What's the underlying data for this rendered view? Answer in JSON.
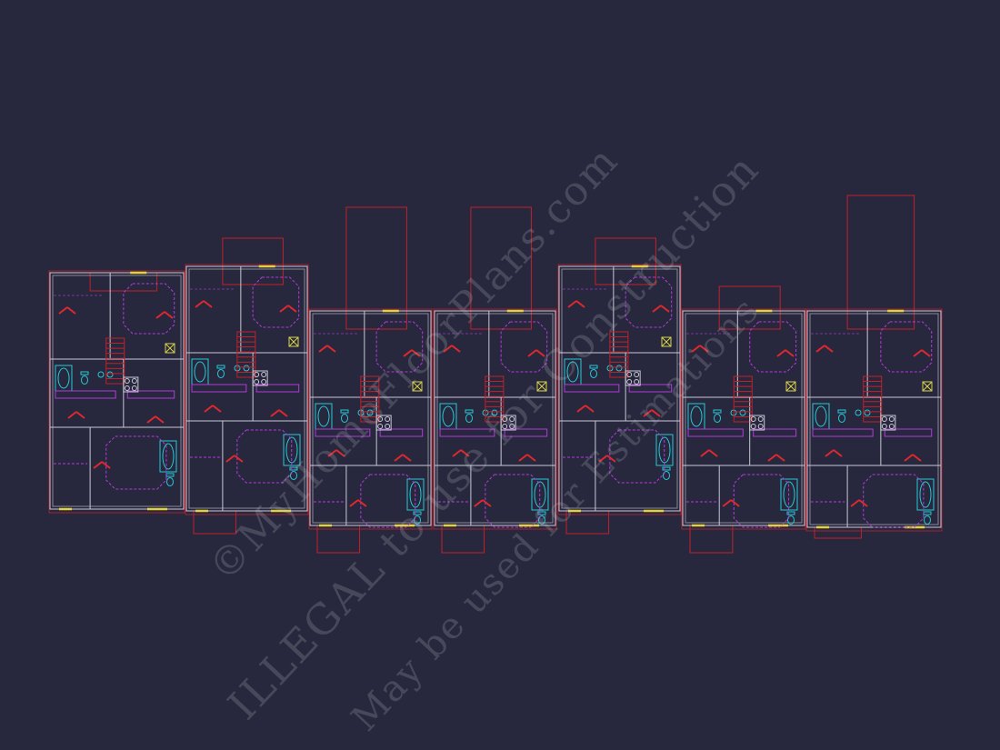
{
  "colors": {
    "background": "#27283d",
    "wall": "#c9c9d6",
    "property_line": "#c0212b",
    "door": "#e0282e",
    "fixture": "#27c8d4",
    "cabinet": "#b23bd9",
    "window": "#e3d23a",
    "appliance": "#d8d24a",
    "stair": "#c0212b",
    "watermark": "#c8c8d2"
  },
  "icons": [
    "tub-icon",
    "toilet-icon",
    "sink-icon",
    "range-icon",
    "stair-icon",
    "tray-ceiling-icon"
  ],
  "watermark": {
    "line1": "©MyHomeFloorPlans.com",
    "line2": "ILLEGAL to use for Construction",
    "line3": "May be used for Estimations"
  },
  "units": [
    {
      "id": "unit-1"
    },
    {
      "id": "unit-2"
    },
    {
      "id": "unit-3"
    },
    {
      "id": "unit-4"
    },
    {
      "id": "unit-5"
    },
    {
      "id": "unit-6"
    },
    {
      "id": "unit-7"
    }
  ]
}
